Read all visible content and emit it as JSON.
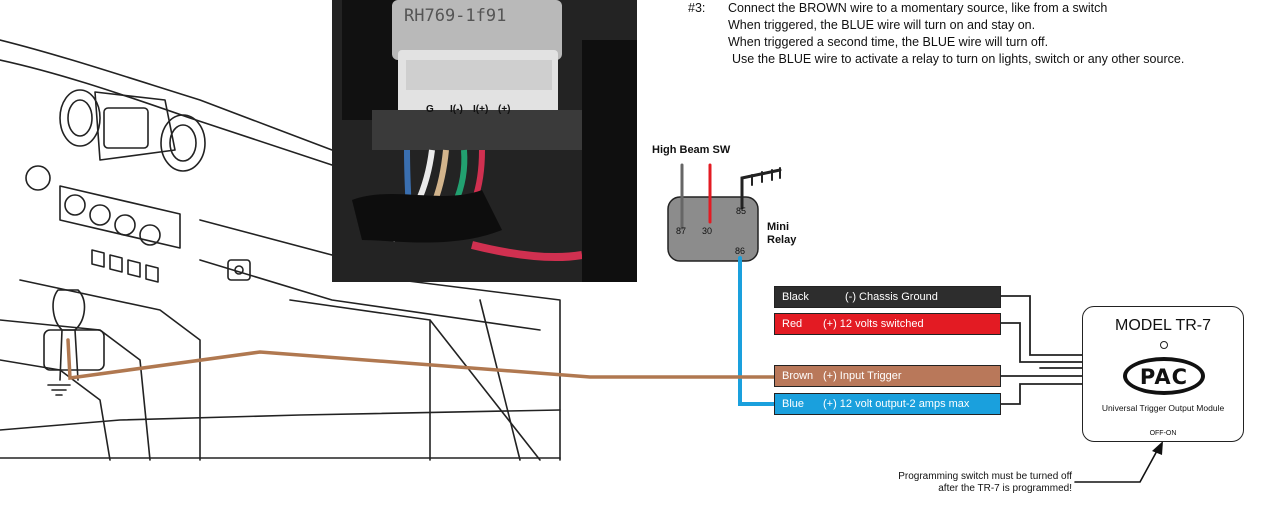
{
  "instructions": {
    "step": "#3:",
    "lines": [
      "Connect the BROWN  wire to a momentary source, like from a switch",
      "When triggered, the BLUE wire will turn on and stay on.",
      "When triggered a second time, the BLUE wire  will turn off.",
      "Use the BLUE wire to activate a relay to turn on lights, switch or any other source."
    ]
  },
  "photo": {
    "connector_label": "RH769-1f91",
    "pins": [
      "G",
      "I(-)",
      "I(+)",
      "(+)"
    ]
  },
  "relay": {
    "switch_label": "High Beam SW",
    "name_line1": "Mini",
    "name_line2": "Relay",
    "pins": {
      "p85": "85",
      "p86": "86",
      "p87": "87",
      "p30": "30"
    }
  },
  "wires": [
    {
      "name": "Black",
      "desc": "(-) Chassis Ground",
      "color": "#2d2d2d"
    },
    {
      "name": "Red",
      "desc": "(+) 12 volts switched",
      "color": "#e31b23"
    },
    {
      "name": "Brown",
      "desc": "(+) Input Trigger",
      "color": "#b9785a"
    },
    {
      "name": "Blue",
      "desc": "(+) 12 volt output-2 amps max",
      "color": "#1aa0dd"
    }
  ],
  "module": {
    "title": "MODEL TR-7",
    "logo": "PAC",
    "subtitle": "Universal Trigger Output Module",
    "switch": "OFF-ON"
  },
  "note": {
    "line1": "Programming switch must be turned off",
    "line2": "after the TR-7 is programmed!"
  }
}
